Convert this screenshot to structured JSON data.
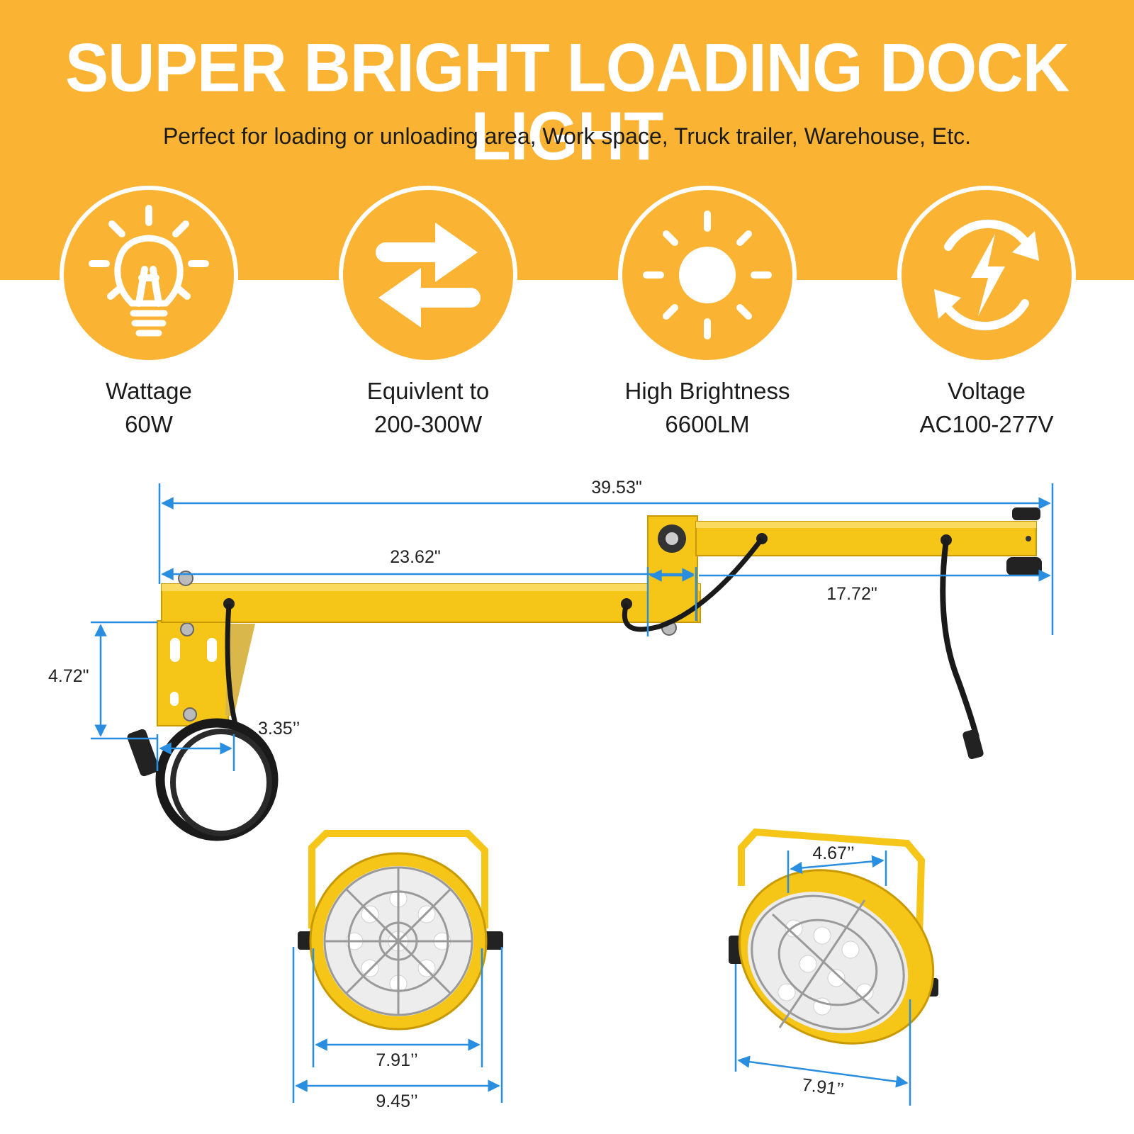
{
  "header": {
    "title": "SUPER BRIGHT LOADING DOCK LIGHT",
    "subtitle": "Perfect for loading or unloading area, Work space, Truck trailer, Warehouse, Etc."
  },
  "features": [
    {
      "icon": "light-bulb-icon",
      "label": "Wattage",
      "value": "60W"
    },
    {
      "icon": "swap-arrows-icon",
      "label": "Equivlent to",
      "value": "200-300W"
    },
    {
      "icon": "sun-icon",
      "label": "High Brightness",
      "value": "6600LM"
    },
    {
      "icon": "power-cycle-icon",
      "label": "Voltage",
      "value": "AC100-277V"
    }
  ],
  "dimensions": {
    "total_length": "39.53\"",
    "inner_arm": "23.62\"",
    "outer_arm": "17.72\"",
    "bracket_height": "4.72\"",
    "bracket_width": "3.35’’",
    "lamp_front_inner": "7.91’’",
    "lamp_front_outer": "9.45’’",
    "lamp_side_top": "4.67’’",
    "lamp_side_bottom": "7.91’’"
  },
  "colors": {
    "banner": "#fbb334",
    "arm_yellow": "#f5c518",
    "dimension_blue": "#2a8ee0"
  }
}
